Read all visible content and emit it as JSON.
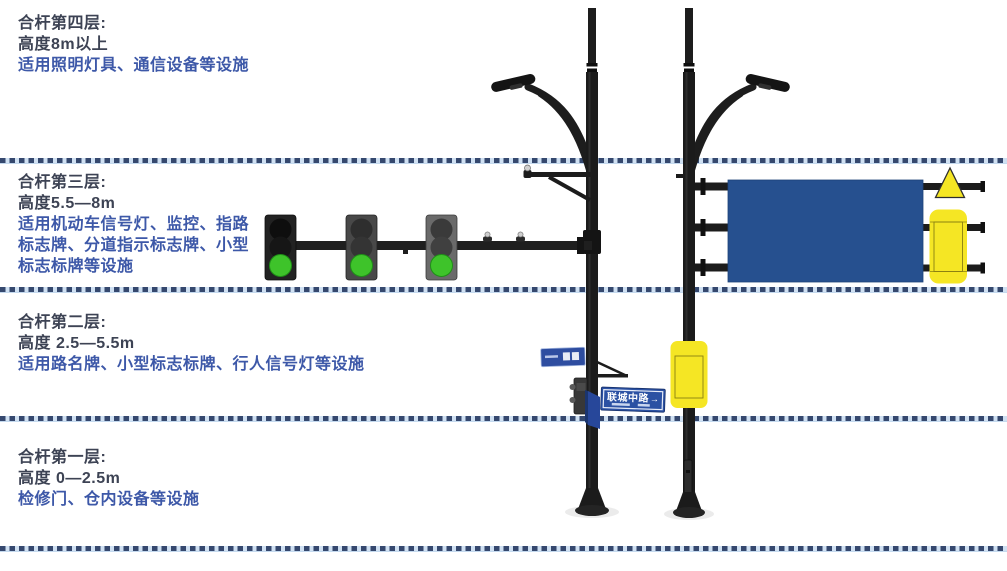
{
  "layers": [
    {
      "id": 4,
      "lines": [
        "合杆第四层:",
        "高度8m以上",
        "适用照明灯具、通信设备等设施"
      ]
    },
    {
      "id": 3,
      "lines": [
        "合杆第三层:",
        "高度5.5—8m",
        "适用机动车信号灯、监控、指路",
        "标志牌、分道指示标志牌、小型",
        "标志标牌等设施"
      ]
    },
    {
      "id": 2,
      "lines": [
        "合杆第二层:",
        "高度 2.5—5.5m",
        "适用路名牌、小型标志标牌、行人信号灯等设施"
      ]
    },
    {
      "id": 1,
      "lines": [
        "合杆第一层:",
        "高度 0—2.5m",
        "检修门、仓内设备等设施"
      ]
    }
  ],
  "road_name_sign": {
    "text": "联城中路",
    "arrow": "→"
  },
  "traffic_signals": {
    "count": 3,
    "lit_state": "green"
  },
  "icons": [
    "street-lamp-icon",
    "traffic-signal-icon",
    "warning-triangle-icon",
    "sign-board-icon",
    "road-name-sign-icon"
  ],
  "colors": {
    "divider_dash": "#35486e",
    "divider_gap": "#cfe0f2",
    "sign_board_blue": "#26508f",
    "road_sign_blue": "#2b51a3",
    "equipment_yellow": "#f5e624",
    "signal_green": "#3ec32a",
    "pole_black": "#1b1b1b",
    "text_dark": "#3d4354",
    "text_blue": "#3d58a8"
  }
}
